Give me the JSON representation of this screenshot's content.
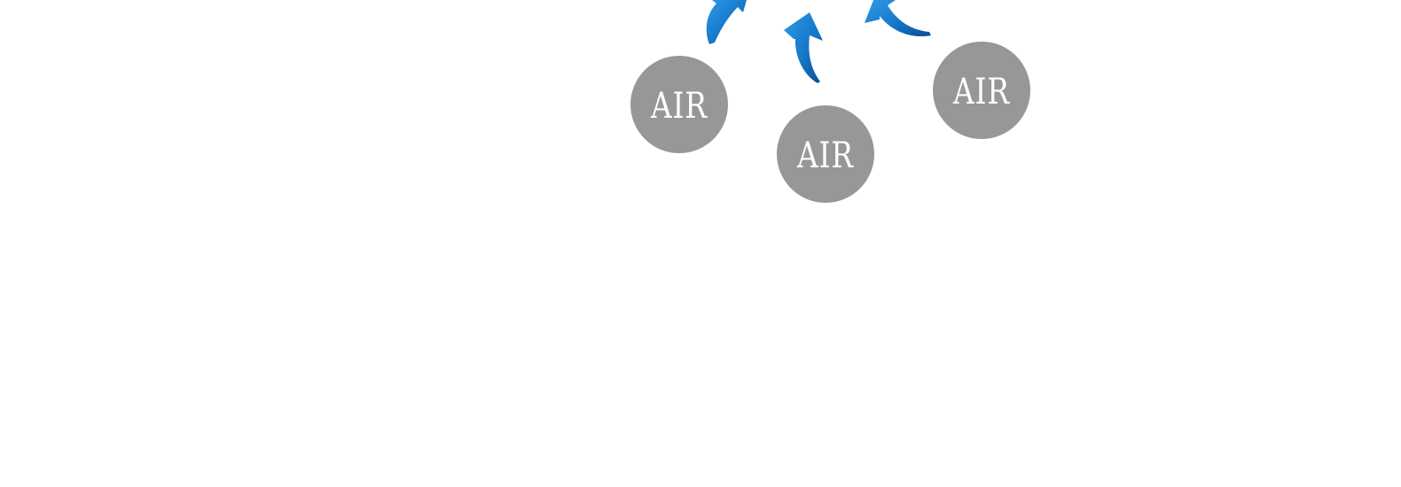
{
  "diagram": {
    "bubbles": [
      {
        "label": "AIR"
      },
      {
        "label": "AIR"
      },
      {
        "label": "AIR"
      }
    ],
    "arrow_color": "#1a7fd0",
    "arrow_dark_color": "#0b4f8f",
    "bubble_color": "#979797",
    "bubble_text_color": "#ffffff"
  }
}
